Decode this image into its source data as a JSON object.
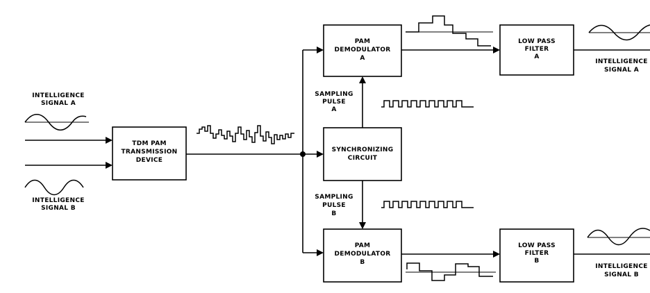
{
  "diagram": {
    "inputs": {
      "signal_a_label": [
        "INTELLIGENCE",
        "SIGNAL A"
      ],
      "signal_b_label": [
        "INTELLIGENCE",
        "SIGNAL B"
      ]
    },
    "blocks": {
      "tdm": [
        "TDM PAM",
        "TRANSMISSION",
        "DEVICE"
      ],
      "demod_a": [
        "PAM",
        "DEMODULATOR",
        "A"
      ],
      "demod_b": [
        "PAM",
        "DEMODULATOR",
        "B"
      ],
      "sync": [
        "SYNCHRONIZING",
        "CIRCUIT"
      ],
      "lpf_a": [
        "LOW PASS",
        "FILTER",
        "A"
      ],
      "lpf_b": [
        "LOW PASS",
        "FILTER",
        "B"
      ]
    },
    "sampling": {
      "a": [
        "SAMPLING",
        "PULSE",
        "A"
      ],
      "b": [
        "SAMPLING",
        "PULSE",
        "B"
      ]
    },
    "outputs": {
      "signal_a_label": [
        "INTELLIGENCE",
        "SIGNAL A"
      ],
      "signal_b_label": [
        "INTELLIGENCE",
        "SIGNAL B"
      ]
    }
  }
}
